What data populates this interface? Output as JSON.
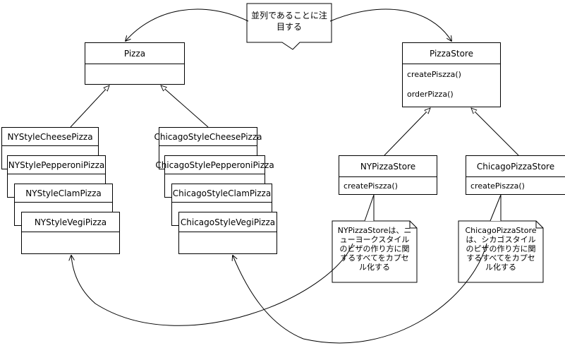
{
  "callout_note": "並列であることに注\n目する",
  "pizza": {
    "name": "Pizza"
  },
  "store": {
    "name": "PizzaStore",
    "methods": [
      "createPiszza()",
      "orderPizza()"
    ]
  },
  "ny_pizzas": [
    "NYStyleCheesePizza",
    "NYStylePepperoniPizza",
    "NYStyleClamPizza",
    "NYStyleVegiPizza"
  ],
  "chicago_pizzas": [
    "ChicagoStyleCheesePizza",
    "ChicagoStylePepperoniPizza",
    "ChicagoStyleClamPizza",
    "ChicagoStyleVegiPizza"
  ],
  "ny_store": {
    "name": "NYPizzaStore",
    "method": "createPiszza()"
  },
  "chicago_store": {
    "name": "ChicagoPizzaStore",
    "method": "createPiszza()"
  },
  "ny_note": "NYPizzaStoreは、ニ\nューヨークスタイル\nのピザの作り方に関\nするすべてをカプセ\nル化する",
  "chicago_note": "ChicagoPizzaStore\nは、シカゴスタイル\nのピザの作り方に関\nするすべてをカプセ\nル化する"
}
